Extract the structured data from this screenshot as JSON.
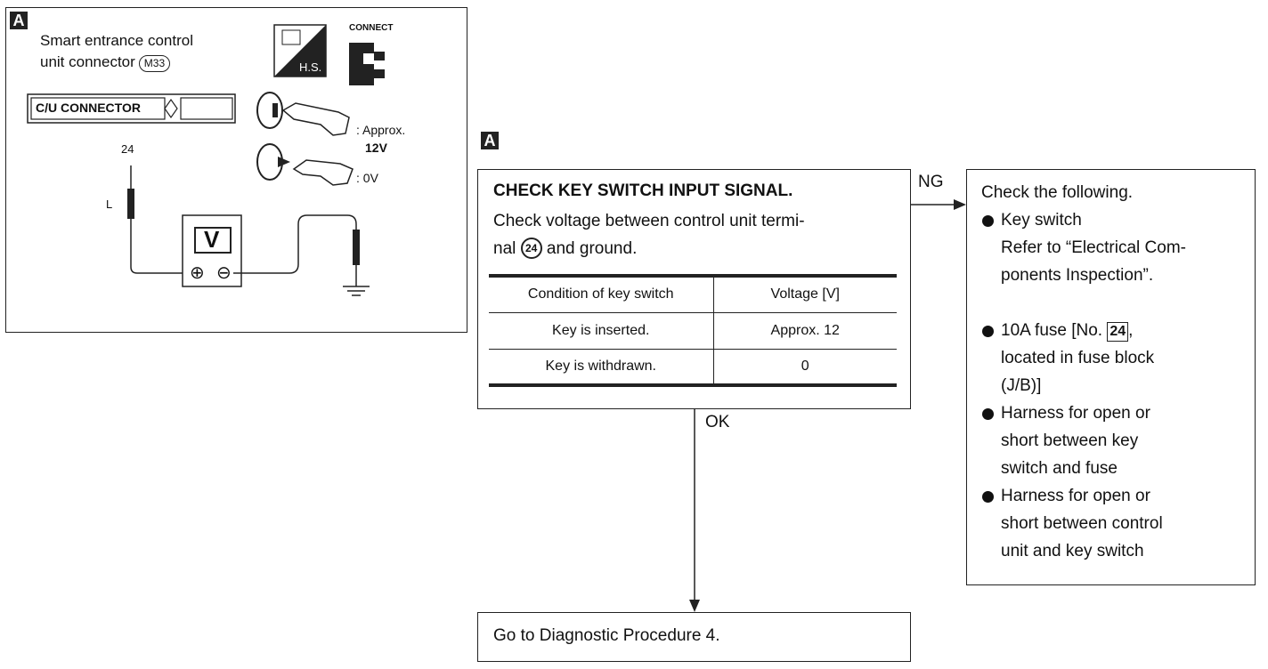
{
  "left_panel": {
    "tag": "A",
    "connector_title_line1": "Smart entrance control",
    "connector_title_line2": "unit connector",
    "connector_code": "M33",
    "cu_connector_label": "C/U CONNECTOR",
    "hs_label": "H.S.",
    "connect_label": "CONNECT",
    "terminal_number": "24",
    "wire_color": "L",
    "meter_symbol": "V",
    "plus_symbol": "⊕",
    "minus_symbol": "⊖",
    "key_inserted_value": ": Approx.",
    "key_inserted_value2": "12V",
    "key_withdrawn_value": ": 0V"
  },
  "flow": {
    "tag": "A",
    "main": {
      "heading": "CHECK KEY SWITCH INPUT SIGNAL.",
      "desc_line1": "Check voltage between control unit termi-",
      "desc_line2_pre": "nal",
      "terminal": "24",
      "desc_line2_post": "and ground.",
      "table": {
        "headers": [
          "Condition of key switch",
          "Voltage [V]"
        ],
        "rows": [
          [
            "Key is inserted.",
            "Approx. 12"
          ],
          [
            "Key is withdrawn.",
            "0"
          ]
        ]
      }
    },
    "ng_label": "NG",
    "ok_label": "OK",
    "ng_box": {
      "intro": "Check the following.",
      "item1_line1": "Key switch",
      "item1_line2": "Refer to “Electrical Com-",
      "item1_line3": "ponents Inspection”.",
      "item2_pre": "10A fuse [No.",
      "item2_fuse": "24",
      "item2_post": ",",
      "item2_line2": "located in fuse block",
      "item2_line3": "(J/B)]",
      "item3_line1": "Harness for open or",
      "item3_line2": "short between key",
      "item3_line3": "switch and fuse",
      "item4_line1": "Harness for open or",
      "item4_line2": "short between control",
      "item4_line3": "unit and key switch"
    },
    "next": "Go to Diagnostic Procedure 4."
  }
}
